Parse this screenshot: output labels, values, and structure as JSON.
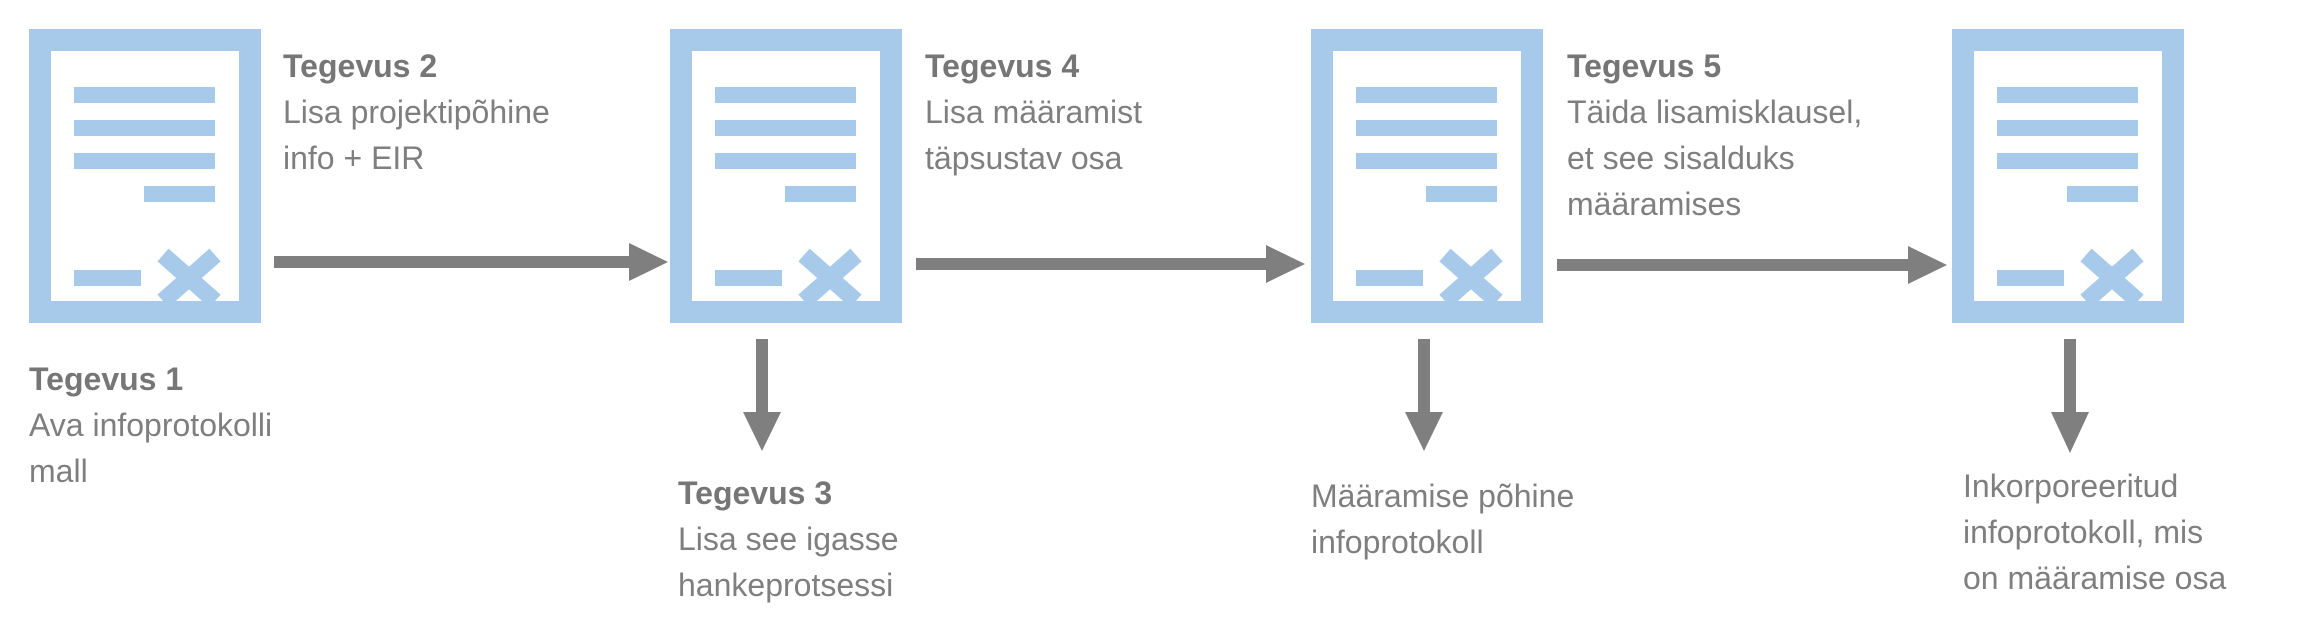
{
  "colors": {
    "document": "#a7caeb",
    "arrow": "#7f7f7f",
    "text": "#7f7f7f"
  },
  "steps": [
    {
      "title": "Tegevus 1",
      "lines": [
        "Ava infoprotokolli",
        "mall"
      ]
    },
    {
      "title": "Tegevus 2",
      "lines": [
        "Lisa projektipõhine",
        "info + EIR"
      ]
    },
    {
      "title": "Tegevus 3",
      "lines": [
        "Lisa see igasse",
        "hankeprotsessi"
      ]
    },
    {
      "title": "Tegevus 4",
      "lines": [
        "Lisa määramist",
        "täpsustav osa"
      ]
    },
    {
      "title": "Tegevus 5",
      "lines": [
        "Täida lisamisklausel,",
        "et see sisalduks",
        "määramises"
      ]
    }
  ],
  "outputs": [
    {
      "lines": [
        "Määramise põhine",
        "infoprotokoll"
      ]
    },
    {
      "lines": [
        "Inkorporeeritud",
        "infoprotokoll, mis",
        "on määramise osa"
      ]
    }
  ],
  "documents": [
    "document-icon",
    "document-icon",
    "document-icon",
    "document-icon"
  ]
}
